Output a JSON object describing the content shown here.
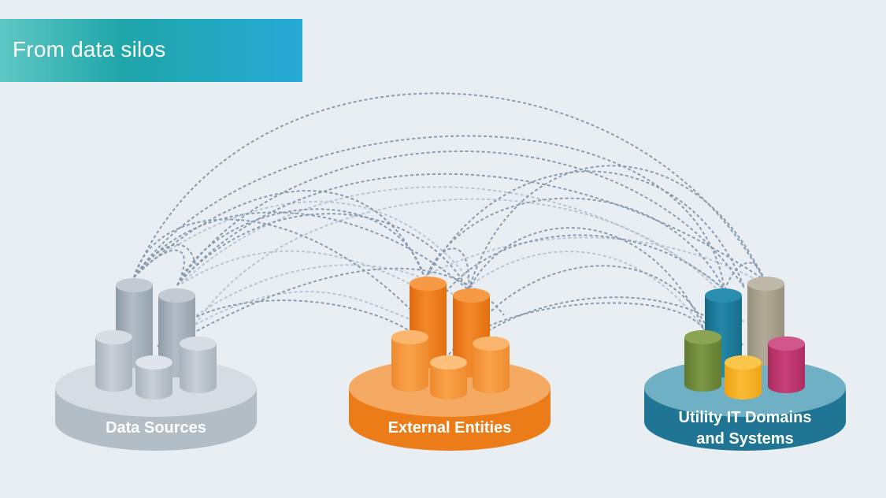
{
  "title": "From data silos",
  "groups": [
    {
      "label": "Data Sources",
      "label_lines": [
        "Data Sources"
      ],
      "color": "#b9c3cc"
    },
    {
      "label": "External Entities",
      "label_lines": [
        "External Entities"
      ],
      "color": "#ec7c18"
    },
    {
      "label": "Utility IT Domains and Systems",
      "label_lines": [
        "Utility IT Domains",
        "and Systems"
      ],
      "color": "#1f7593"
    }
  ],
  "colors": {
    "background": "#e9eef3",
    "connection_dark": "#8a9db0",
    "connection_light": "#b8c6d2",
    "gray_cylinder": "#a3aeb8",
    "orange_cylinder": "#f28a2a",
    "teal_cylinder": "#1d7b9a",
    "khaki_cylinder": "#a8a290",
    "green_cylinder": "#6f8a3c",
    "yellow_cylinder": "#f4b027",
    "magenta_cylinder": "#c0356b"
  }
}
